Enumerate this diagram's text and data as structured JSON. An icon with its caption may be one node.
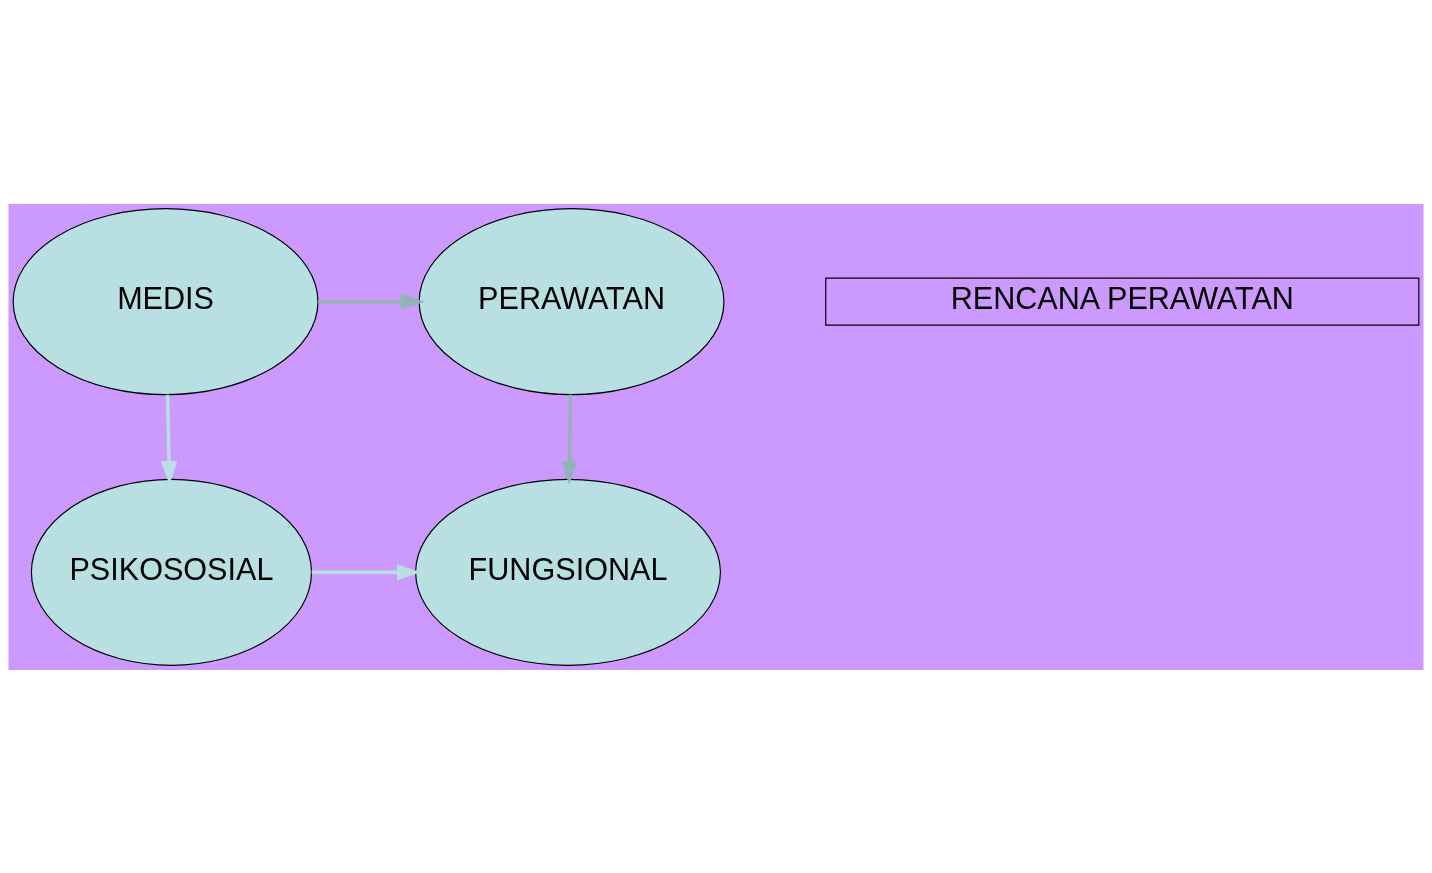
{
  "diagram": {
    "nodes": [
      {
        "text": [
          "MEDIS"
        ]
      },
      {
        "text": [
          "PERAWATAN"
        ]
      },
      {
        "text": [
          "RENCANA PERAWATAN"
        ]
      },
      {
        "text": [
          "PSIKOSOSIAL"
        ]
      },
      {
        "text": [
          "FUNGSIONAL"
        ]
      }
    ],
    "edges": [
      {
        "from": 0,
        "to": 1,
        "arrow": "to",
        "color": "#94b3b5"
      },
      {
        "from": 1,
        "to": 4,
        "arrow": "to",
        "color": "#94b3b5"
      },
      {
        "from": 0,
        "to": 3,
        "arrow": "to",
        "color": "#b8e0e3"
      },
      {
        "from": 3,
        "to": 4,
        "arrow": "to",
        "color": "#b8e0e3"
      }
    ]
  }
}
